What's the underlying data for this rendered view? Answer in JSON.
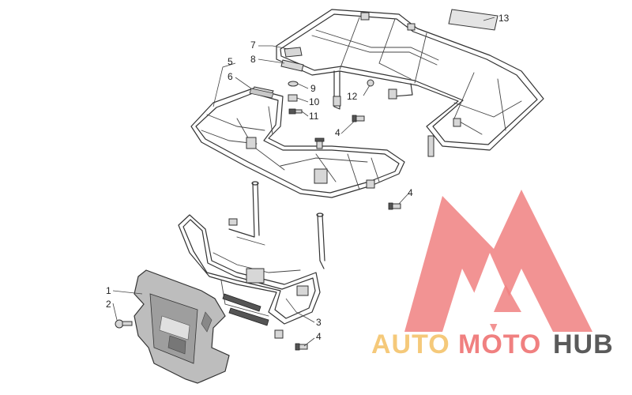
{
  "diagram": {
    "callouts": [
      {
        "id": "c1",
        "label": "1"
      },
      {
        "id": "c2",
        "label": "2"
      },
      {
        "id": "c3",
        "label": "3"
      },
      {
        "id": "c4a",
        "label": "4"
      },
      {
        "id": "c4b",
        "label": "4"
      },
      {
        "id": "c4c",
        "label": "4"
      },
      {
        "id": "c5",
        "label": "5"
      },
      {
        "id": "c6",
        "label": "6"
      },
      {
        "id": "c7",
        "label": "7"
      },
      {
        "id": "c8",
        "label": "8"
      },
      {
        "id": "c9",
        "label": "9"
      },
      {
        "id": "c10",
        "label": "10"
      },
      {
        "id": "c11",
        "label": "11"
      },
      {
        "id": "c12",
        "label": "12"
      },
      {
        "id": "c13",
        "label": "13"
      }
    ]
  },
  "watermark": {
    "word_auto": "AUTO",
    "word_moto": "MOTO",
    "word_hub": "HUB",
    "colors": {
      "logo": "#f08080",
      "auto": "#f5c97a",
      "moto": "#f08080",
      "hub": "#5a5a5a"
    }
  }
}
